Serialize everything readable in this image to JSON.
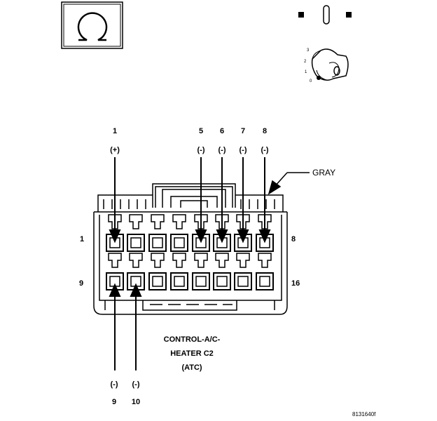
{
  "connector": {
    "name_lines": [
      "CONTROL-A/C-",
      "HEATER C2",
      "(ATC)"
    ],
    "wire_color": "GRAY",
    "row_end_labels": {
      "top_left": "1",
      "top_right": "8",
      "bottom_left": "9",
      "bottom_right": "16"
    }
  },
  "top_pins": [
    {
      "number": "1",
      "polarity": "(+)"
    },
    {
      "number": "5",
      "polarity": "(-)"
    },
    {
      "number": "6",
      "polarity": "(-)"
    },
    {
      "number": "7",
      "polarity": "(-)"
    },
    {
      "number": "8",
      "polarity": "(-)"
    }
  ],
  "bottom_pins": [
    {
      "number": "9",
      "polarity": "(-)"
    },
    {
      "number": "10",
      "polarity": "(-)"
    }
  ],
  "ignition_positions": [
    "3",
    "2",
    "1",
    "0"
  ],
  "figure_id": "8131640f",
  "icons": [
    "ohm-symbol-icon",
    "ignition-switch-icon",
    "ignition-key-icon"
  ]
}
